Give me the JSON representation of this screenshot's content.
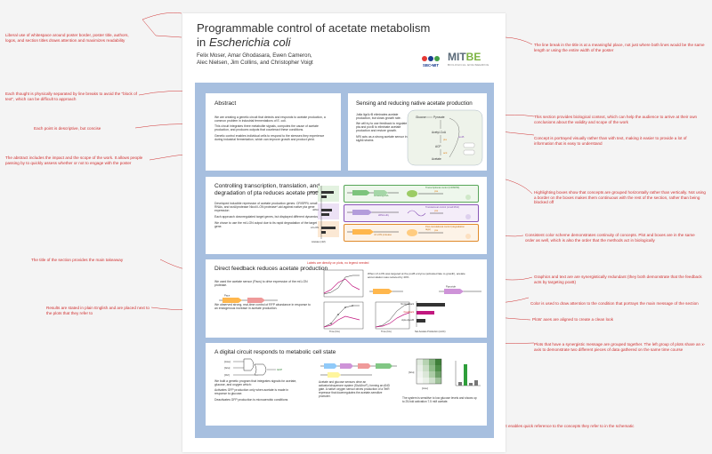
{
  "poster": {
    "title_line1": "Programmable control of acetate metabolism",
    "title_line2_prefix": "in ",
    "title_line2_italic": "Escherichia coli",
    "authors_line1": "Felix Moser, Amar Ghodasara, Ewen Cameron,",
    "authors_line2": "Alec Nielsen, Jim Collins, and Christopher Voigt",
    "logo1_text": "SBC•MIT",
    "logo2_text": "MIT",
    "logo2_accent": "BE",
    "logo2_sub": "BIOLOGICAL ENGINEERING"
  },
  "sections": {
    "abstract": {
      "title": "Abstract",
      "p1": "We are creating a genetic circuit that detects and responds to acetate production, a common problem in industrial fermentations of E. coli.",
      "p2": "This circuit integrates three metabolite signals, computes the cause of acetate production, and produces outputs that counteract these conditions.",
      "p3": "Genetic control enables individual cells to respond to the stresses they experience during industrial fermentation, which can improve growth and product yield."
    },
    "sensing": {
      "title": "Sensing and reducing native acetate production",
      "p1": "Jotla ligrA>B eliminates acetate production, but slows growth rate.",
      "p2": "We will try to use feedback to regulate pta and poxB to eliminate acetate production and restore growth.",
      "p3": "NRI acts as a strong acetate sensor in sigA6 strains"
    },
    "controlling": {
      "title_line1": "Controlling transcription, translation, and",
      "title_line2": "degradation of pta reduces acetate production",
      "p1": "Developed inducible repression of acetate production genes: CRISPRi, small RNAs, and ssrA/protease Nicoli LON protease*-aid against native pta gene expression",
      "p2": "Each approach downregulated target genes, but displayed different dynamics",
      "p3": "We chose to use the mf-LON output due to its rapid degradation of the target gene."
    },
    "direct": {
      "title": "Direct feedback reduces acetate production",
      "p1": "We used the acetate sensor (Pacs) to drive expression of the mf-LON protease.",
      "p2": "We observed strong, real-time control of RFP abundance in response to an endogenous increase in acetate production."
    },
    "digital": {
      "title": "A digital circuit responds to metabolic cell state",
      "p1": "We built a genetic program that integrates signals for acetate, glucose, and oxygen which:",
      "p2": "Activates GFP production only when acetate is made in response to glucose.",
      "p3": "Deactivates GFP production is microaerobic conditions",
      "p4": "Acetate and glucose sensors drive an activator/chaperone system (SicA/InvF), forming an AND gate. A native oxygen sensor drives production of a TetR repressor that downregulates the acetate-sensitive promoter.",
      "p5": "The system is sensitive to low glucose levels and shows up to 25-fold activation 7.5 mM acetate."
    }
  },
  "figure_labels": {
    "glucose": "Glucose",
    "pyruvate": "Pyruvate",
    "acetyl_coa": "Acetyl-CoA",
    "acetate": "Acetate",
    "acp": "ACP",
    "pta": "pta",
    "ack": "ack",
    "poxb": "poxB",
    "transcriptional": "Transcriptional control (CRISPRi)",
    "translational": "Translational control (small RNA)",
    "posttranslational": "Post-translational control (degradation tags)",
    "ecdcas9": "dCas9/sgRNA",
    "srna": "sRNA-Hfq",
    "mflon": "mf-LON protease",
    "crispri": "CRISPRi",
    "sRNA_short": "sRNA",
    "mf_lon_short": "mf-LON",
    "acetate_axis": "Acetate (mM)",
    "time_hrs": "Time (hrs)",
    "net_acetate": "Net Acetate Production (AUC)",
    "when_note": "When mf-LON was targeted at the poxB enzyme (activated late to growth), acetate accumulation was reduced by 40%",
    "labels_note": "Labels are directly on plots, no legend needed",
    "pacs_short": "Pacs",
    "provide": "Pprovide",
    "no_feedback": "No feedback",
    "feedback": "Feedback",
    "delta_poxb": "Δpta ΔpoxB",
    "acetate_gate": "[Ace]",
    "glucose_gate": "[Glu]",
    "oxygen_gate": "[O2]",
    "output": "GFP"
  },
  "annotations": {
    "a1": "Liberal use of whitespace around poster border, poster title, authors, logos, and section titles draws attention and maximizes readability",
    "a2": "Each thought is physically separated by line breaks to avoid the \"block of text\", which can be difficult to approach",
    "a3": "Each point is descriptive, but concise",
    "a4": "The abstract includes the impact and the scope of the work. It allows people passing by to quickly assess whether or not to engage with the poster",
    "a5": "The title of the section provides the main takeaway",
    "a6": "Results are stated in plain English and are placed next to the plots that they refer to",
    "a7": "The line break in the title is at a meaningful place, not just where both lines would be the same length or using the entire width of the poster",
    "a8": "This section provides biological context, which can help the audience to arrive at their own conclusions about the validity and scope of the work",
    "a9": "Concept is portrayed visually rather than with text, making it easier to provide a lot of information that is easy to understand",
    "a10": "Highlighting boxes show that concepts are grouped horizontally rather than vertically. Not using a border on the boxes makes them continuous with the rest of the section, rather than being blocked off",
    "a11": "Consistent color scheme demonstrates continuity of concepts. Plot and boxes are in the same order as well, which is also the order that the methods act in biologically",
    "a12": "Graphics and text are are synergistically redundant (they both demonstrate that the feedback acts by targeting poxB)",
    "a13": "Color is used to draw attention to the condition that portrays the main message of the section",
    "a14": "Plots' axes are aligned to create a clean look",
    "a15": "Plots that have a synergistic message are grouped together. The left group of plots share an x-axis to demonstrate two different pieces of data gathered on the same time course",
    "a16": "Using a small amount of color in the text enables quick reference to the concepts they refer to in the schematic"
  },
  "colors": {
    "annotation": "#d03030",
    "band": "#a7bfdf",
    "green": "#57a657",
    "purple": "#8a55b8",
    "orange": "#e08a2a",
    "magenta": "#c2187f"
  }
}
